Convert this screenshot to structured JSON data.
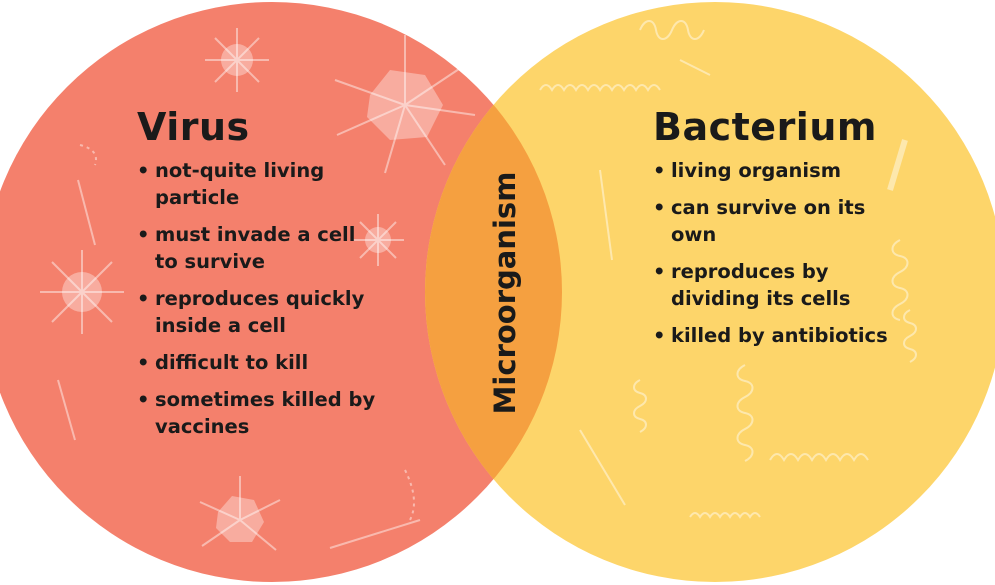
{
  "colors": {
    "virus_circle": "#f4806c",
    "bacterium_circle": "#fdd56a",
    "overlap": "#f5a040",
    "text": "#1a1a1a"
  },
  "virus": {
    "title": "Virus",
    "items": [
      "not-quite living particle",
      "must invade a cell to survive",
      "reproduces quickly inside a cell",
      "difficult to kill",
      "sometimes killed by vaccines"
    ]
  },
  "bacterium": {
    "title": "Bacterium",
    "items": [
      "living organism",
      "can survive on its own",
      "reproduces by dividing its cells",
      "killed by antibiotics"
    ]
  },
  "overlap": {
    "label": "Microorganism"
  },
  "decorations": {
    "virus_side": [
      "virus-particle-icon",
      "virus-particle-icon",
      "virus-particle-icon",
      "rod-virus-icon"
    ],
    "bacterium_side": [
      "spiral-bacterium-icon",
      "coccus-chain-icon",
      "rod-bacterium-icon"
    ]
  }
}
